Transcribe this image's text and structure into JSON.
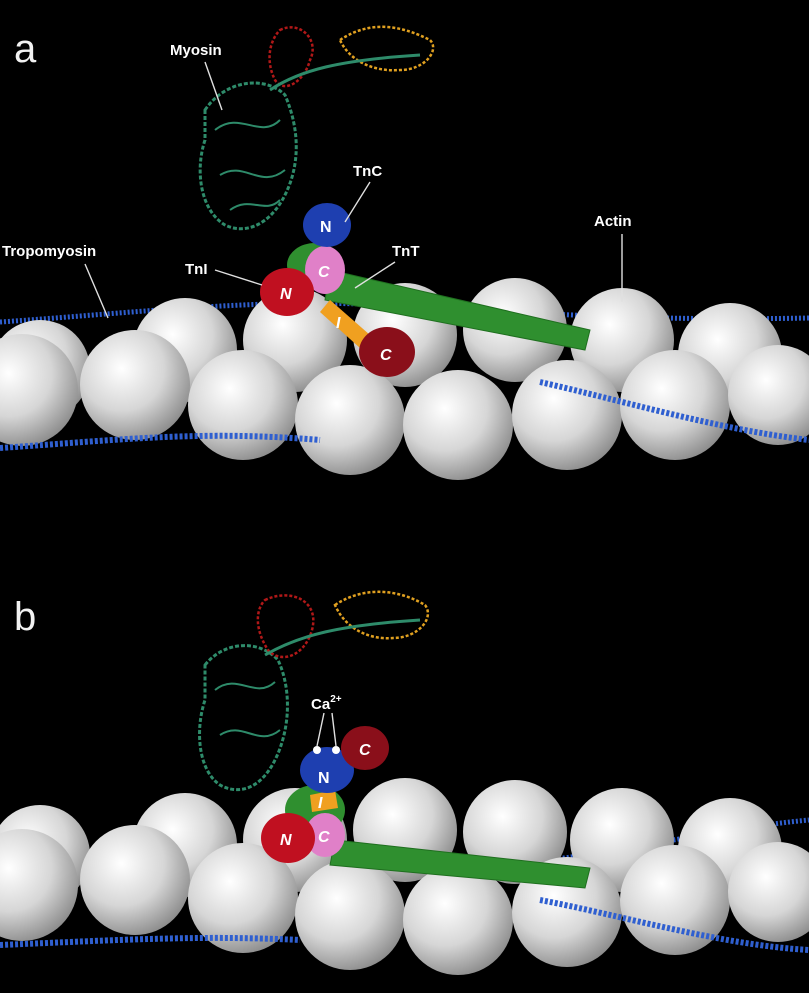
{
  "panels": [
    {
      "letter": "a",
      "labels": {
        "myosin": "Myosin",
        "tnc": "TnC",
        "tnt": "TnT",
        "tni": "TnI",
        "tropomyosin": "Tropomyosin",
        "actin": "Actin"
      },
      "domains": {
        "tnc_n": "N",
        "tnc_c": "C",
        "tni_n": "N",
        "tni_i": "I",
        "tni_c": "C"
      }
    },
    {
      "letter": "b",
      "labels": {
        "calcium": "Ca",
        "calcium_sup": "2+"
      },
      "domains": {
        "tnc_n": "N",
        "tnc_c": "C",
        "tni_n": "N",
        "tni_i": "I",
        "tni_c": "C"
      }
    }
  ],
  "colors": {
    "background": "#000000",
    "actin": "#d9d9d9",
    "tropomyosin": "#2f5fd0",
    "myosin_head": "#2e8b6a",
    "myosin_light_chain_red": "#b01818",
    "myosin_light_chain_orange": "#e0a020",
    "tnc": "#1e3fb0",
    "tnc_c_lobe": "#e080c8",
    "tnt": "#2f8f2f",
    "tni": "#c01020",
    "tni_inhibitory": "#f0a020",
    "calcium": "#ffffff"
  }
}
